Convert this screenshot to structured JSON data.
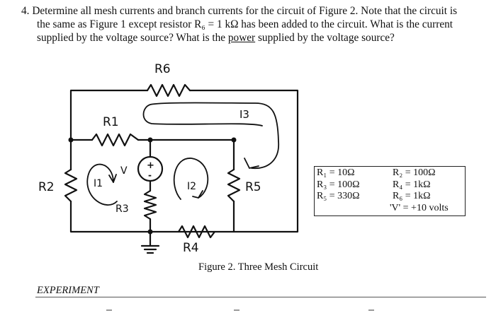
{
  "problem": {
    "number": "4.",
    "line1": "Determine all mesh currents and branch currents for the circuit of Figure 2.   Note that the circuit is",
    "line2": "the same as Figure 1 except resistor R₆ = 1 kΩ has been added to the circuit.  What is the current",
    "line3_pre": "supplied by the voltage source?  What is the ",
    "line3_emph": "power",
    "line3_post": " supplied by the voltage source?"
  },
  "circuit": {
    "labels": {
      "r6": "R6",
      "r1": "R1",
      "r2": "R2",
      "r3": "R3",
      "r4": "R4",
      "r5": "R5",
      "i1": "I1",
      "i2": "I2",
      "i3": "I3",
      "v": "V",
      "plus": "+",
      "minus": "-"
    }
  },
  "values": {
    "col1": [
      "R₁ = 10Ω",
      "R₃ = 100Ω",
      "R₅ = 330Ω"
    ],
    "col2": [
      "R₂ = 100Ω",
      "R₄ = 1kΩ",
      "R₆ = 1kΩ",
      "'V' = +10 volts"
    ]
  },
  "figure_caption": "Figure 2.  Three Mesh Circuit",
  "next_section": "EXPERIMENT"
}
